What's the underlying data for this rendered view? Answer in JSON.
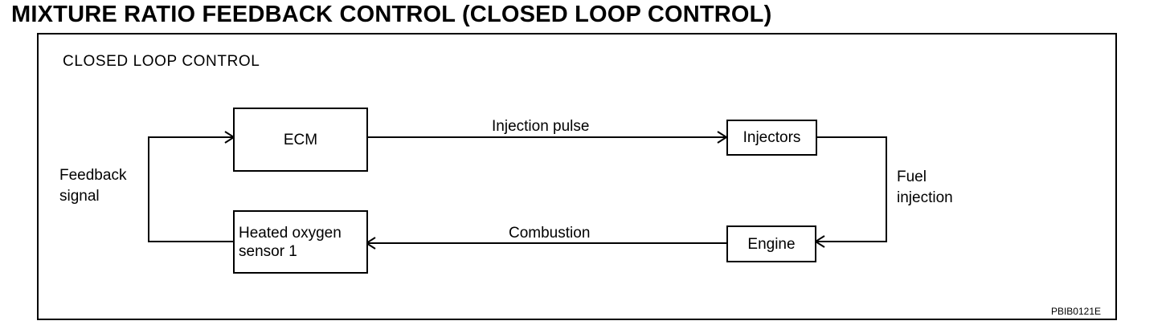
{
  "title": "MIXTURE RATIO FEEDBACK CONTROL (CLOSED LOOP CONTROL)",
  "diagram": {
    "heading": "CLOSED LOOP CONTROL",
    "blocks": {
      "ecm": "ECM",
      "injectors": "Injectors",
      "engine": "Engine",
      "sensor_line1": "Heated oxygen",
      "sensor_line2": "sensor 1"
    },
    "connections": {
      "injection_pulse": "Injection pulse",
      "combustion": "Combustion",
      "fuel_injection_line1": "Fuel",
      "fuel_injection_line2": "injection",
      "feedback_line1": "Feedback",
      "feedback_line2": "signal"
    },
    "code": "PBIB0121E"
  }
}
